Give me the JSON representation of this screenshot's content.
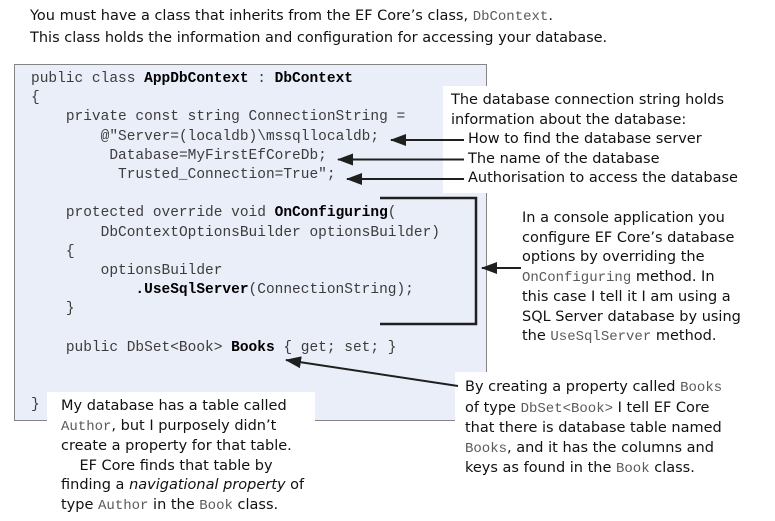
{
  "colors": {
    "code_bg": "#eaeef8",
    "code_border": "#848484",
    "arrow": "#1f1f1f",
    "mono_inline": "#5a5a5a",
    "code_text": "#3c3c3c"
  },
  "intro": {
    "lines": [
      [
        {
          "t": "You must have a class that inherits from the EF Core’s class, "
        },
        {
          "t": "DbContext",
          "s": "mono"
        },
        {
          "t": "."
        }
      ],
      [
        {
          "t": "This class holds the information and configuration for accessing your database."
        }
      ]
    ]
  },
  "code": {
    "lines": [
      [
        {
          "t": "public class "
        },
        {
          "t": "AppDbContext",
          "s": "bold"
        },
        {
          "t": " : "
        },
        {
          "t": "DbContext",
          "s": "bold"
        }
      ],
      [
        {
          "t": "{"
        }
      ],
      [
        {
          "t": "    private const string ConnectionString ="
        }
      ],
      [
        {
          "t": "        @\"Server=(localdb)\\mssqllocaldb;"
        }
      ],
      [
        {
          "t": "         Database=MyFirstEfCoreDb;"
        }
      ],
      [
        {
          "t": "          Trusted_Connection=True\";"
        }
      ],
      [],
      [
        {
          "t": "    protected override void "
        },
        {
          "t": "OnConfiguring",
          "s": "bold"
        },
        {
          "t": "("
        }
      ],
      [
        {
          "t": "        DbContextOptionsBuilder optionsBuilder)"
        }
      ],
      [
        {
          "t": "    {"
        }
      ],
      [
        {
          "t": "        optionsBuilder"
        }
      ],
      [
        {
          "t": "            "
        },
        {
          "t": ".UseSqlServer",
          "s": "bold"
        },
        {
          "t": "(ConnectionString);"
        }
      ],
      [
        {
          "t": "    }"
        }
      ],
      [],
      [
        {
          "t": "    public DbSet<Book> "
        },
        {
          "t": "Books",
          "s": "bold"
        },
        {
          "t": " { get; set; }"
        }
      ],
      [],
      [],
      [
        {
          "t": "}"
        }
      ]
    ]
  },
  "annotation_connection": {
    "intro_lines": [
      [
        {
          "t": "The database connection string holds"
        }
      ],
      [
        {
          "t": "information about the database:"
        }
      ]
    ],
    "bullet_lines": [
      [
        {
          "t": "How to find the database server"
        }
      ],
      [
        {
          "t": "The name of the database"
        }
      ],
      [
        {
          "t": "Authorisation to access the database"
        }
      ]
    ]
  },
  "annotation_onconfiguring": {
    "lines": [
      [
        {
          "t": "In a console application you"
        }
      ],
      [
        {
          "t": "configure EF Core’s database"
        }
      ],
      [
        {
          "t": "options by overriding the"
        }
      ],
      [
        {
          "t": "OnConfiguring",
          "s": "mono"
        },
        {
          "t": " method. In"
        }
      ],
      [
        {
          "t": "this case I tell it I am using a"
        }
      ],
      [
        {
          "t": "SQL Server database by using"
        }
      ],
      [
        {
          "t": "the "
        },
        {
          "t": "UseSqlServer",
          "s": "mono"
        },
        {
          "t": " method."
        }
      ]
    ]
  },
  "annotation_books": {
    "lines": [
      [
        {
          "t": "By creating a property called "
        },
        {
          "t": "Books",
          "s": "mono"
        }
      ],
      [
        {
          "t": "of type "
        },
        {
          "t": "DbSet<Book>",
          "s": "mono"
        },
        {
          "t": " I tell EF Core"
        }
      ],
      [
        {
          "t": "that there is database table named"
        }
      ],
      [
        {
          "t": "Books",
          "s": "mono"
        },
        {
          "t": ", and it has the columns and"
        }
      ],
      [
        {
          "t": "keys as found in the "
        },
        {
          "t": "Book",
          "s": "mono"
        },
        {
          "t": " class."
        }
      ]
    ]
  },
  "annotation_author": {
    "lines": [
      [
        {
          "t": "My database has a table called"
        }
      ],
      [
        {
          "t": "Author",
          "s": "mono"
        },
        {
          "t": ", but I purposely didn’t"
        }
      ],
      [
        {
          "t": "create a property for that table."
        }
      ],
      [
        {
          "t": "    EF Core finds that table by"
        }
      ],
      [
        {
          "t": "finding a "
        },
        {
          "t": "navigational property",
          "s": "italic"
        },
        {
          "t": " of"
        }
      ],
      [
        {
          "t": "type "
        },
        {
          "t": "Author",
          "s": "mono"
        },
        {
          "t": " in the "
        },
        {
          "t": "Book",
          "s": "mono"
        },
        {
          "t": " class."
        }
      ]
    ]
  }
}
